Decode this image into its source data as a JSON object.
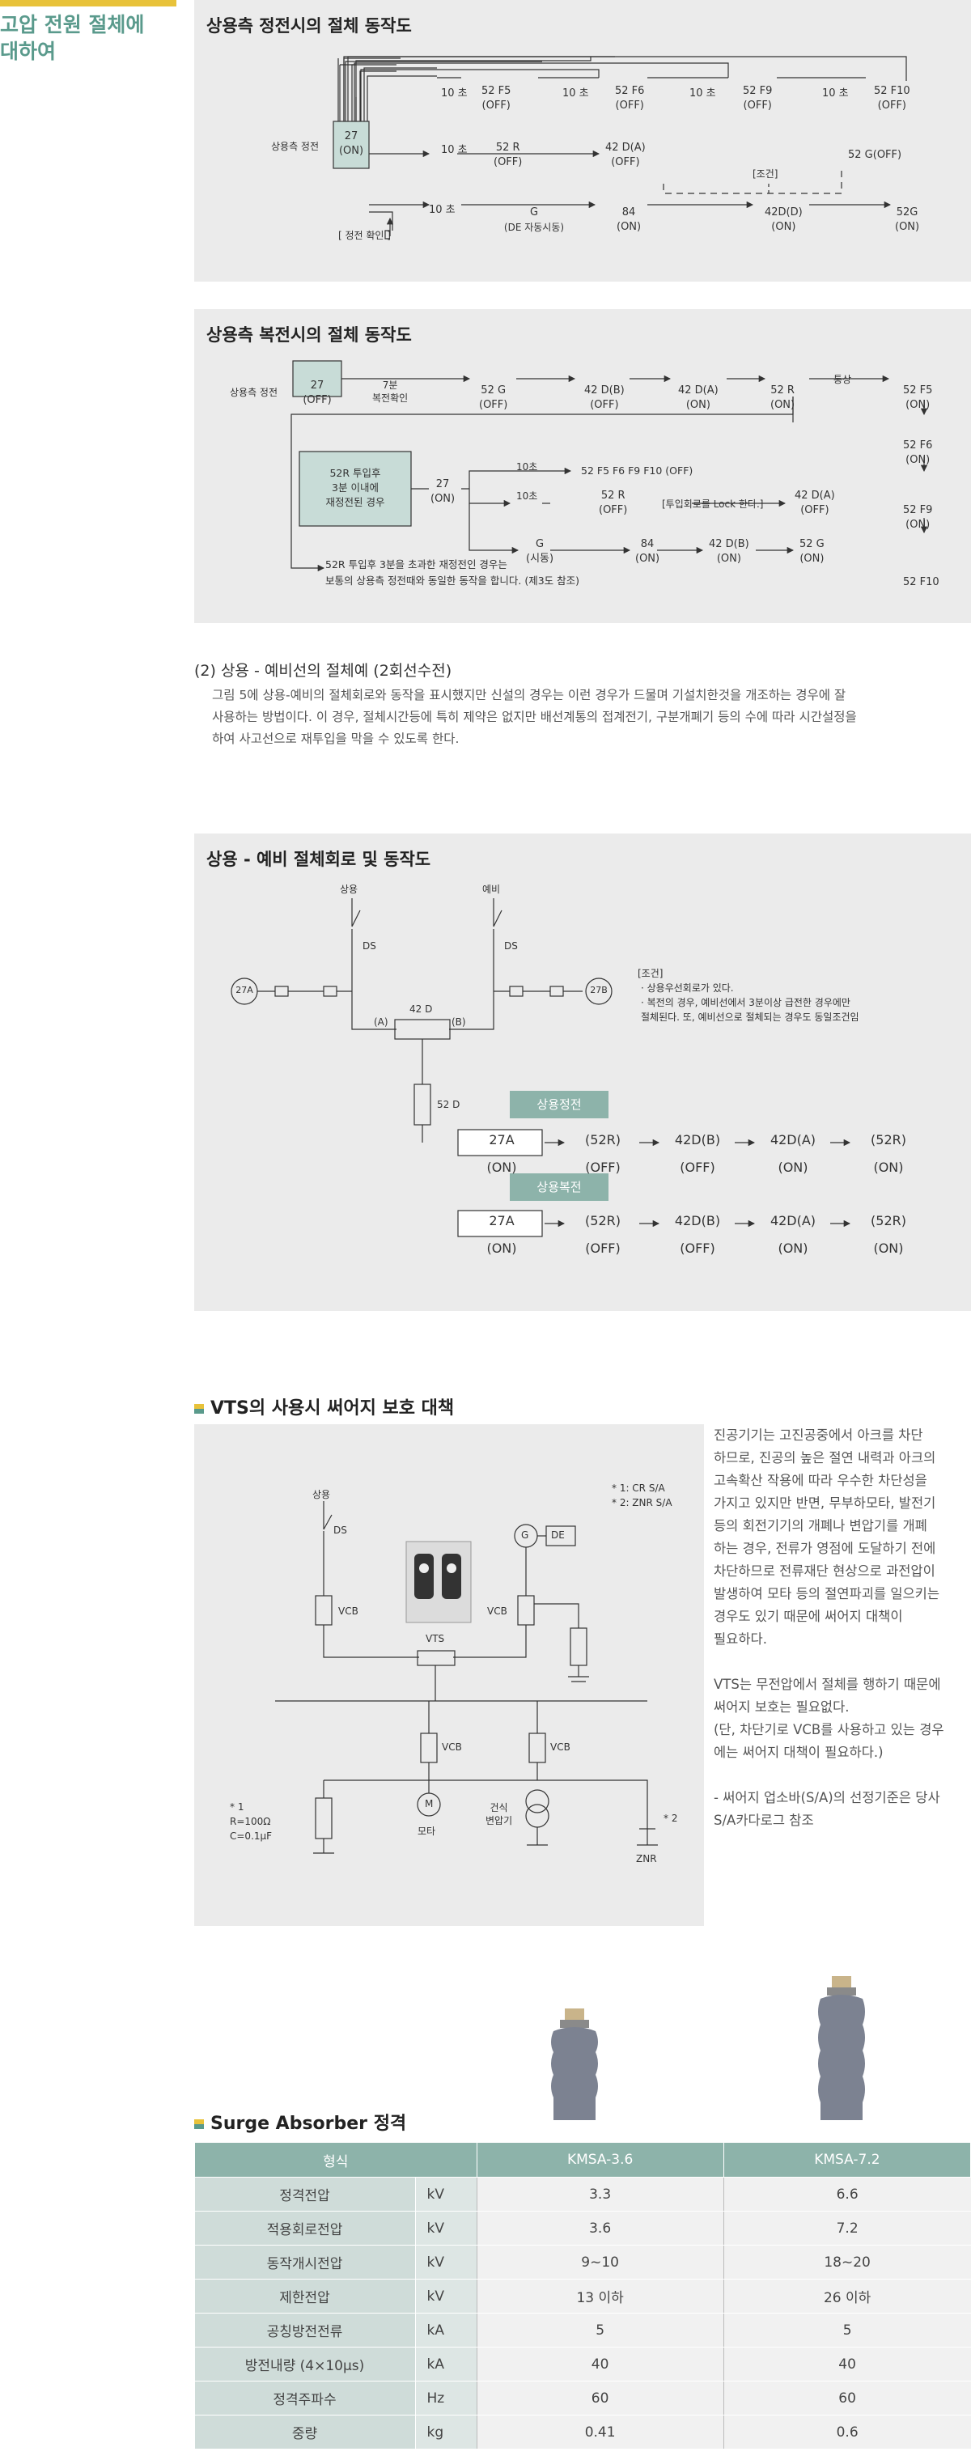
{
  "side_title": "고압 전원 절체에\n대하여",
  "sec1": {
    "title": "상용측 정전시의 절체 동작도",
    "src": "상용측 정전",
    "r27": [
      "27",
      "(ON)"
    ],
    "t10": "10 초",
    "row1": [
      [
        "52 F5",
        "(OFF)"
      ],
      [
        "52 F6",
        "(OFF)"
      ],
      [
        "52 F9",
        "(OFF)"
      ],
      [
        "52 F10",
        "(OFF)"
      ]
    ],
    "r52r": [
      "52 R",
      "(OFF)"
    ],
    "r42da": [
      "42 D(A)",
      "(OFF)"
    ],
    "cond": "[조건]",
    "r52g": "52 G(OFF)",
    "rg": [
      "G",
      "(DE 자동시동)"
    ],
    "r84": [
      "84",
      "(ON)"
    ],
    "r42dd": [
      "42D(D)",
      "(ON)"
    ],
    "r52g2": [
      "52G",
      "(ON)"
    ],
    "check": "[ 정전 확인 ]"
  },
  "sec2": {
    "title": "상용측 복전시의 절체 동작도",
    "src": "상용측 정전",
    "r27": [
      "27",
      "(OFF)"
    ],
    "min7": [
      "7분",
      "복전확인"
    ],
    "chain": [
      [
        "52 G",
        "(OFF)"
      ],
      [
        "42 D(B)",
        "(OFF)"
      ],
      [
        "42 D(A)",
        "(ON)"
      ],
      [
        "52 R",
        "(ON)"
      ]
    ],
    "normal": "통상",
    "fcol": [
      [
        "52 F5",
        "(ON)"
      ],
      [
        "52 F6",
        "(ON)"
      ],
      [
        "52 F9",
        "(ON)"
      ],
      [
        "52 F10",
        ""
      ]
    ],
    "box": "52R 투입후\n3분 이내에\n재정전된 경우",
    "r27b": [
      "27",
      "(ON)"
    ],
    "t10": "10초",
    "f_all": "52 F5  F6  F9  F10 (OFF)",
    "r52r": [
      "52 R",
      "(OFF)"
    ],
    "lock": "[투입회로를 Lock 한다.]",
    "r42da": [
      "42 D(A)",
      "(OFF)"
    ],
    "g": [
      "G",
      "(시동)"
    ],
    "b84": [
      "84",
      "(ON)"
    ],
    "b42db": [
      "42 D(B)",
      "(ON)"
    ],
    "b52g": [
      "52 G",
      "(ON)"
    ],
    "note": "52R 투입후 3분을 초과한 재정전인 경우는\n보통의 상용측 정전때와 동일한 동작을 합니다. (제3도 참조)"
  },
  "sec3": {
    "title": "(2) 상용 - 예비선의 절체예 (2회선수전)",
    "body": "그림 5에 상용-예비의 절체회로와 동작을 표시했지만 신설의 경우는 이런 경우가 드물며 기설치한것을 개조하는 경우에 잘\n사용하는 방법이다. 이 경우, 절체시간등에 특히 제약은 없지만 배선계통의 접계전기, 구분개폐기 등의 수에 따라 시간설정을\n하여 사고선으로 재투입을 막을 수 있도록 한다."
  },
  "sec4": {
    "title": "상용 - 예비 절체회로 및 동작도",
    "lbl_main": "상용",
    "lbl_spare": "예비",
    "ds": "DS",
    "a27a": "27A",
    "a27b": "27B",
    "d42": "42 D",
    "pa": "(A)",
    "pb": "(B)",
    "d52": "52 D",
    "cond_title": "[조건]",
    "cond": "· 상용우선회로가 있다.\n· 복전의 경우, 예비선에서 3분이상 급전한 경우에만\n  절체된다. 또, 예비선으로 절체되는 경우도 동일조건임",
    "tag1": "상용정전",
    "tag2": "상용복전",
    "seq1": [
      [
        "27A",
        "(ON)"
      ],
      [
        "(52R)",
        "(OFF)"
      ],
      [
        "42D(B)",
        "(OFF)"
      ],
      [
        "42D(A)",
        "(ON)"
      ],
      [
        "(52R)",
        "(ON)"
      ]
    ],
    "seq2": [
      [
        "27A",
        "(ON)"
      ],
      [
        "(52R)",
        "(OFF)"
      ],
      [
        "42D(B)",
        "(OFF)"
      ],
      [
        "42D(A)",
        "(ON)"
      ],
      [
        "(52R)",
        "(ON)"
      ]
    ]
  },
  "sec5": {
    "title": "VTS의 사용시 써어지 보호 대책",
    "src": "상용",
    "ds": "DS",
    "vcb": "VCB",
    "vts": "VTS",
    "g": "G",
    "de": "DE",
    "note1": "* 1: CR S/A",
    "note2": "* 2: ZNR S/A",
    "star1": "* 1",
    "r": "R=100Ω",
    "c": "C=0.1μF",
    "m": "M",
    "motor": "모타",
    "trans": "건식\n변압기",
    "star2": "* 2",
    "znr": "ZNR",
    "text": "진공기기는 고진공중에서 아크를 차단\n하므로, 진공의 높은 절연 내력과 아크의\n고속확산 작용에 따라 우수한 차단성을\n가지고 있지만 반면, 무부하모타, 발전기\n등의 회전기기의 개폐나 변압기를 개폐\n하는 경우, 전류가 영점에 도달하기 전에\n차단하므로 전류재단 현상으로 과전압이\n발생하여 모타 등의 절연파괴를 일으키는\n경우도 있기 때문에 써어지 대책이\n필요하다.\n\nVTS는 무전압에서 절체를 행하기 때문에\n써어지 보호는 필요없다.\n(단, 차단기로 VCB를 사용하고 있는 경우\n에는 써어지 대책이 필요하다.)\n\n- 써어지 업소바(S/A)의 선정기준은 당사\n   S/A카다로그 참조"
  },
  "sec6": {
    "title": "Surge Absorber 정격",
    "headers": [
      "형식",
      "KMSA-3.6",
      "KMSA-7.2"
    ],
    "rows": [
      [
        "정격전압",
        "kV",
        "3.3",
        "6.6"
      ],
      [
        "적용회로전압",
        "kV",
        "3.6",
        "7.2"
      ],
      [
        "동작개시전압",
        "kV",
        "9~10",
        "18~20"
      ],
      [
        "제한전압",
        "kV",
        "13 이하",
        "26 이하"
      ],
      [
        "공칭방전전류",
        "kA",
        "5",
        "5"
      ],
      [
        "방전내량 (4×10μs)",
        "kA",
        "40",
        "40"
      ],
      [
        "정격주파수",
        "Hz",
        "60",
        "60"
      ],
      [
        "중량",
        "kg",
        "0.41",
        "0.6"
      ]
    ]
  }
}
